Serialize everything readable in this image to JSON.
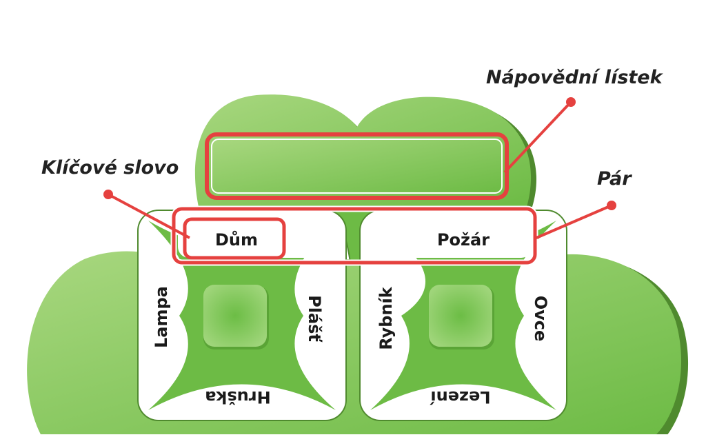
{
  "labels": {
    "hint": "Nápovědní lístek",
    "keyword": "Klíčové slovo",
    "pair": "Pár"
  },
  "cards": [
    {
      "top": "Dům",
      "left": "Lampa",
      "right": "Plášť",
      "bottom": "Hruška"
    },
    {
      "top": "Požár",
      "left": "Rybník",
      "right": "Ovce",
      "bottom": "Lezení"
    }
  ],
  "colors": {
    "leaf": "#7cc24e",
    "leaf_dark": "#4f8a2e",
    "callout": "#e5413f",
    "card": "#ffffff"
  }
}
